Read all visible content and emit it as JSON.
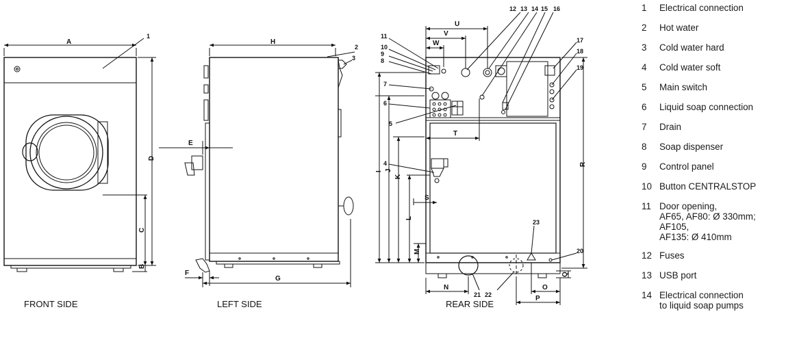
{
  "views": {
    "front": "FRONT SIDE",
    "left": "LEFT SIDE",
    "rear": "REAR SIDE"
  },
  "dimensions": {
    "A": "A",
    "B": "B",
    "C": "C",
    "D": "D",
    "E": "E",
    "F": "F",
    "G": "G",
    "H": "H",
    "I": "I",
    "J": "J",
    "K": "K",
    "L": "L",
    "M": "M",
    "N": "N",
    "O": "O",
    "P": "P",
    "Q": "Q",
    "R": "R",
    "S": "S",
    "T": "T",
    "U": "U",
    "V": "V",
    "W": "W"
  },
  "callouts": {
    "c1": "1",
    "c2": "2",
    "c3": "3",
    "c4": "4",
    "c5": "5",
    "c6": "6",
    "c7": "7",
    "c8": "8",
    "c9": "9",
    "c10": "10",
    "c11": "11",
    "c12": "12",
    "c13": "13",
    "c14": "14",
    "c15": "15",
    "c16": "16",
    "c17": "17",
    "c18": "18",
    "c19": "19",
    "c20": "20",
    "c21": "21",
    "c22": "22",
    "c23": "23"
  },
  "legend": [
    {
      "num": "1",
      "text": "Electrical connection"
    },
    {
      "num": "2",
      "text": "Hot water"
    },
    {
      "num": "3",
      "text": "Cold water hard"
    },
    {
      "num": "4",
      "text": "Cold water soft"
    },
    {
      "num": "5",
      "text": "Main switch"
    },
    {
      "num": "6",
      "text": "Liquid soap connection"
    },
    {
      "num": "7",
      "text": "Drain"
    },
    {
      "num": "8",
      "text": "Soap dispenser"
    },
    {
      "num": "9",
      "text": "Control panel"
    },
    {
      "num": "10",
      "text": "Button CENTRALSTOP"
    },
    {
      "num": "11",
      "text": "Door opening,\n  AF65, AF80: Ø 330mm;\n  AF105,\n  AF135: Ø 410mm"
    },
    {
      "num": "12",
      "text": "Fuses"
    },
    {
      "num": "13",
      "text": "USB port"
    },
    {
      "num": "14",
      "text": "Electrical connection\n  to liquid soap pumps"
    }
  ]
}
